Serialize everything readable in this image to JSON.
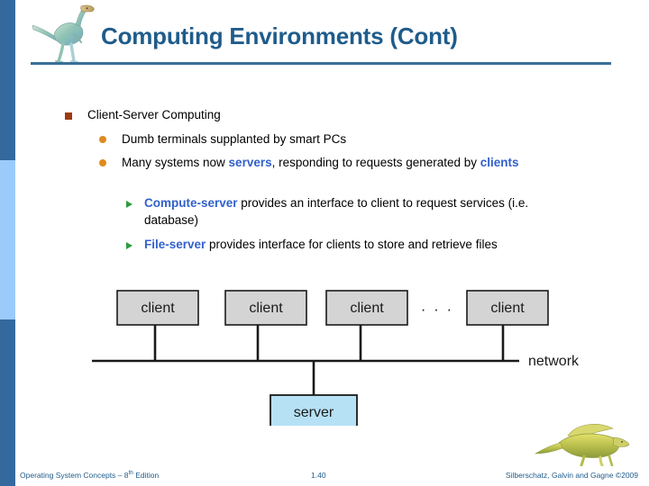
{
  "slide": {
    "title": "Computing Environments (Cont)",
    "accent_color": "#1F5C8B",
    "rule_color": "#3A6F96",
    "sidebar_dark": "#34699E",
    "sidebar_light": "#9BCBFB",
    "logo_icon": "dinosaur-icon"
  },
  "bullets": {
    "level1": "Client-Server Computing",
    "level2": [
      {
        "pre": "Dumb terminals supplanted by smart PCs",
        "emph": "",
        "post": "",
        "emph2": ""
      },
      {
        "pre": "Many systems now ",
        "emph": "servers",
        "post": ", responding to requests generated by ",
        "emph2": "clients"
      }
    ],
    "level3": [
      {
        "emph": "Compute-server",
        "text": " provides an interface to client to request services (i.e. database)"
      },
      {
        "emph": "File-server",
        "text": " provides interface for clients to store and retrieve files"
      }
    ],
    "emph_color": "#3260CB",
    "marker_level1": "square-bullet",
    "marker_level2": "circle-bullet",
    "marker_level3": "triangle-bullet"
  },
  "diagram": {
    "type": "client-server-network",
    "clients": [
      "client",
      "client",
      "client",
      "client"
    ],
    "ellipsis": "· · ·",
    "network_label": "network",
    "server_label": "server",
    "client_fill": "#D4D4D4",
    "server_fill": "#B6E1F5",
    "line_color": "#1A1A1A"
  },
  "footer": {
    "left_main": "Operating System Concepts – 8",
    "left_sup": "th",
    "left_tail": " Edition",
    "page": "1.40",
    "right": "Silberschatz, Galvin and Gagne ©2009",
    "dino_icon": "spinosaurus-icon"
  }
}
